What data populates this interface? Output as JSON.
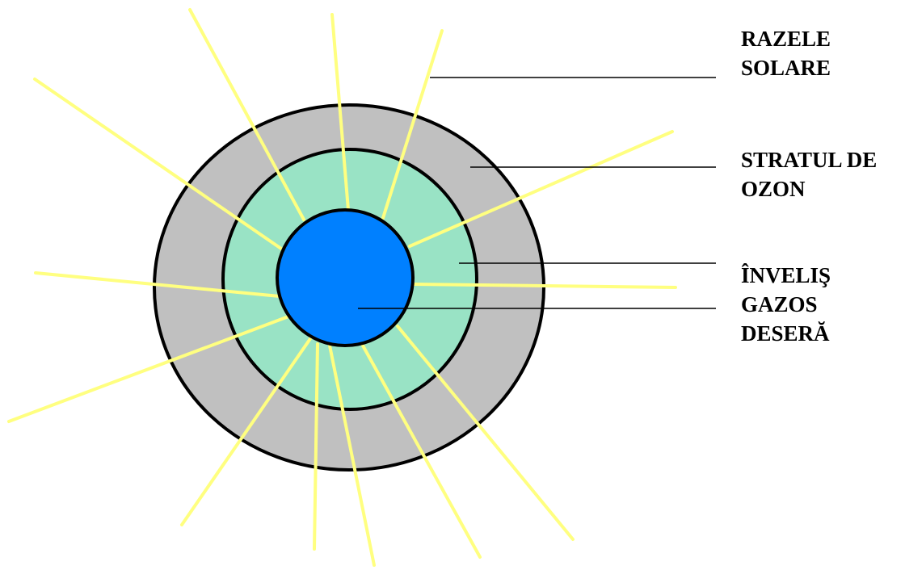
{
  "labels": {
    "rays": [
      "RAZELE",
      "SOLARE"
    ],
    "ozone": [
      "STRATUL DE",
      "OZON"
    ],
    "gas": [
      "ÎNVELIŞ",
      "GAZOS",
      "DESERĂ"
    ]
  },
  "colors": {
    "outer_layer": "#c0c0c0",
    "middle_layer": "#99e3c5",
    "core": "#0080ff",
    "ray": "#ffff80",
    "outline": "#000000",
    "leader": "#000000"
  }
}
